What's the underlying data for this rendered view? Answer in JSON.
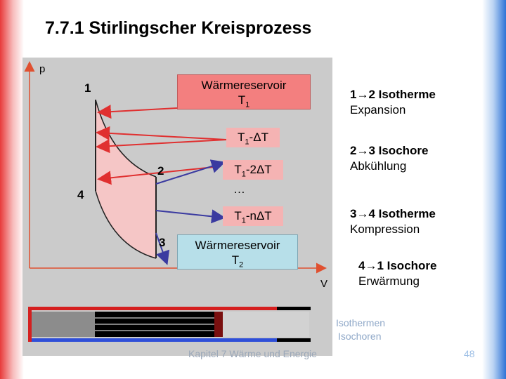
{
  "slide": {
    "title": "7.7.1 Stirlingscher Kreisprozess",
    "footer": "Kapitel 7 Wärme und Energie",
    "page_number": "48"
  },
  "diagram": {
    "axis_p": "p",
    "axis_v": "V",
    "points": {
      "p1": "1",
      "p2": "2",
      "p3": "3",
      "p4": "4"
    },
    "reservoir_hot": {
      "line1": "Wärmereservoir",
      "base": "T",
      "sub": "1"
    },
    "reservoir_cold": {
      "line1": "Wärmereservoir",
      "base": "T",
      "sub": "2"
    },
    "intermediate": [
      {
        "base": "T",
        "sub": "1",
        "suffix": "-ΔT"
      },
      {
        "base": "T",
        "sub": "1",
        "suffix": "-2ΔT"
      },
      {
        "base": "T",
        "sub": "1",
        "suffix": "-nΔT"
      }
    ],
    "ellipsis": "…",
    "colors": {
      "hot": "#f37f7f",
      "cold": "#b7dfe9",
      "area": "#f5c6c6",
      "arrow_red": "#e03030",
      "arrow_blue": "#3a3aa0"
    }
  },
  "steps": [
    {
      "head": "1→2 Isotherme",
      "tail": "Expansion"
    },
    {
      "head": "2→3 Isochore",
      "tail": "Abkühlung"
    },
    {
      "head": "3→4 Isotherme",
      "tail": "Kompression"
    },
    {
      "head": "4→1 Isochore",
      "tail": "Erwärmung"
    }
  ],
  "legend": {
    "isothermen": "Isothermen",
    "isochoren": "Isochoren"
  }
}
